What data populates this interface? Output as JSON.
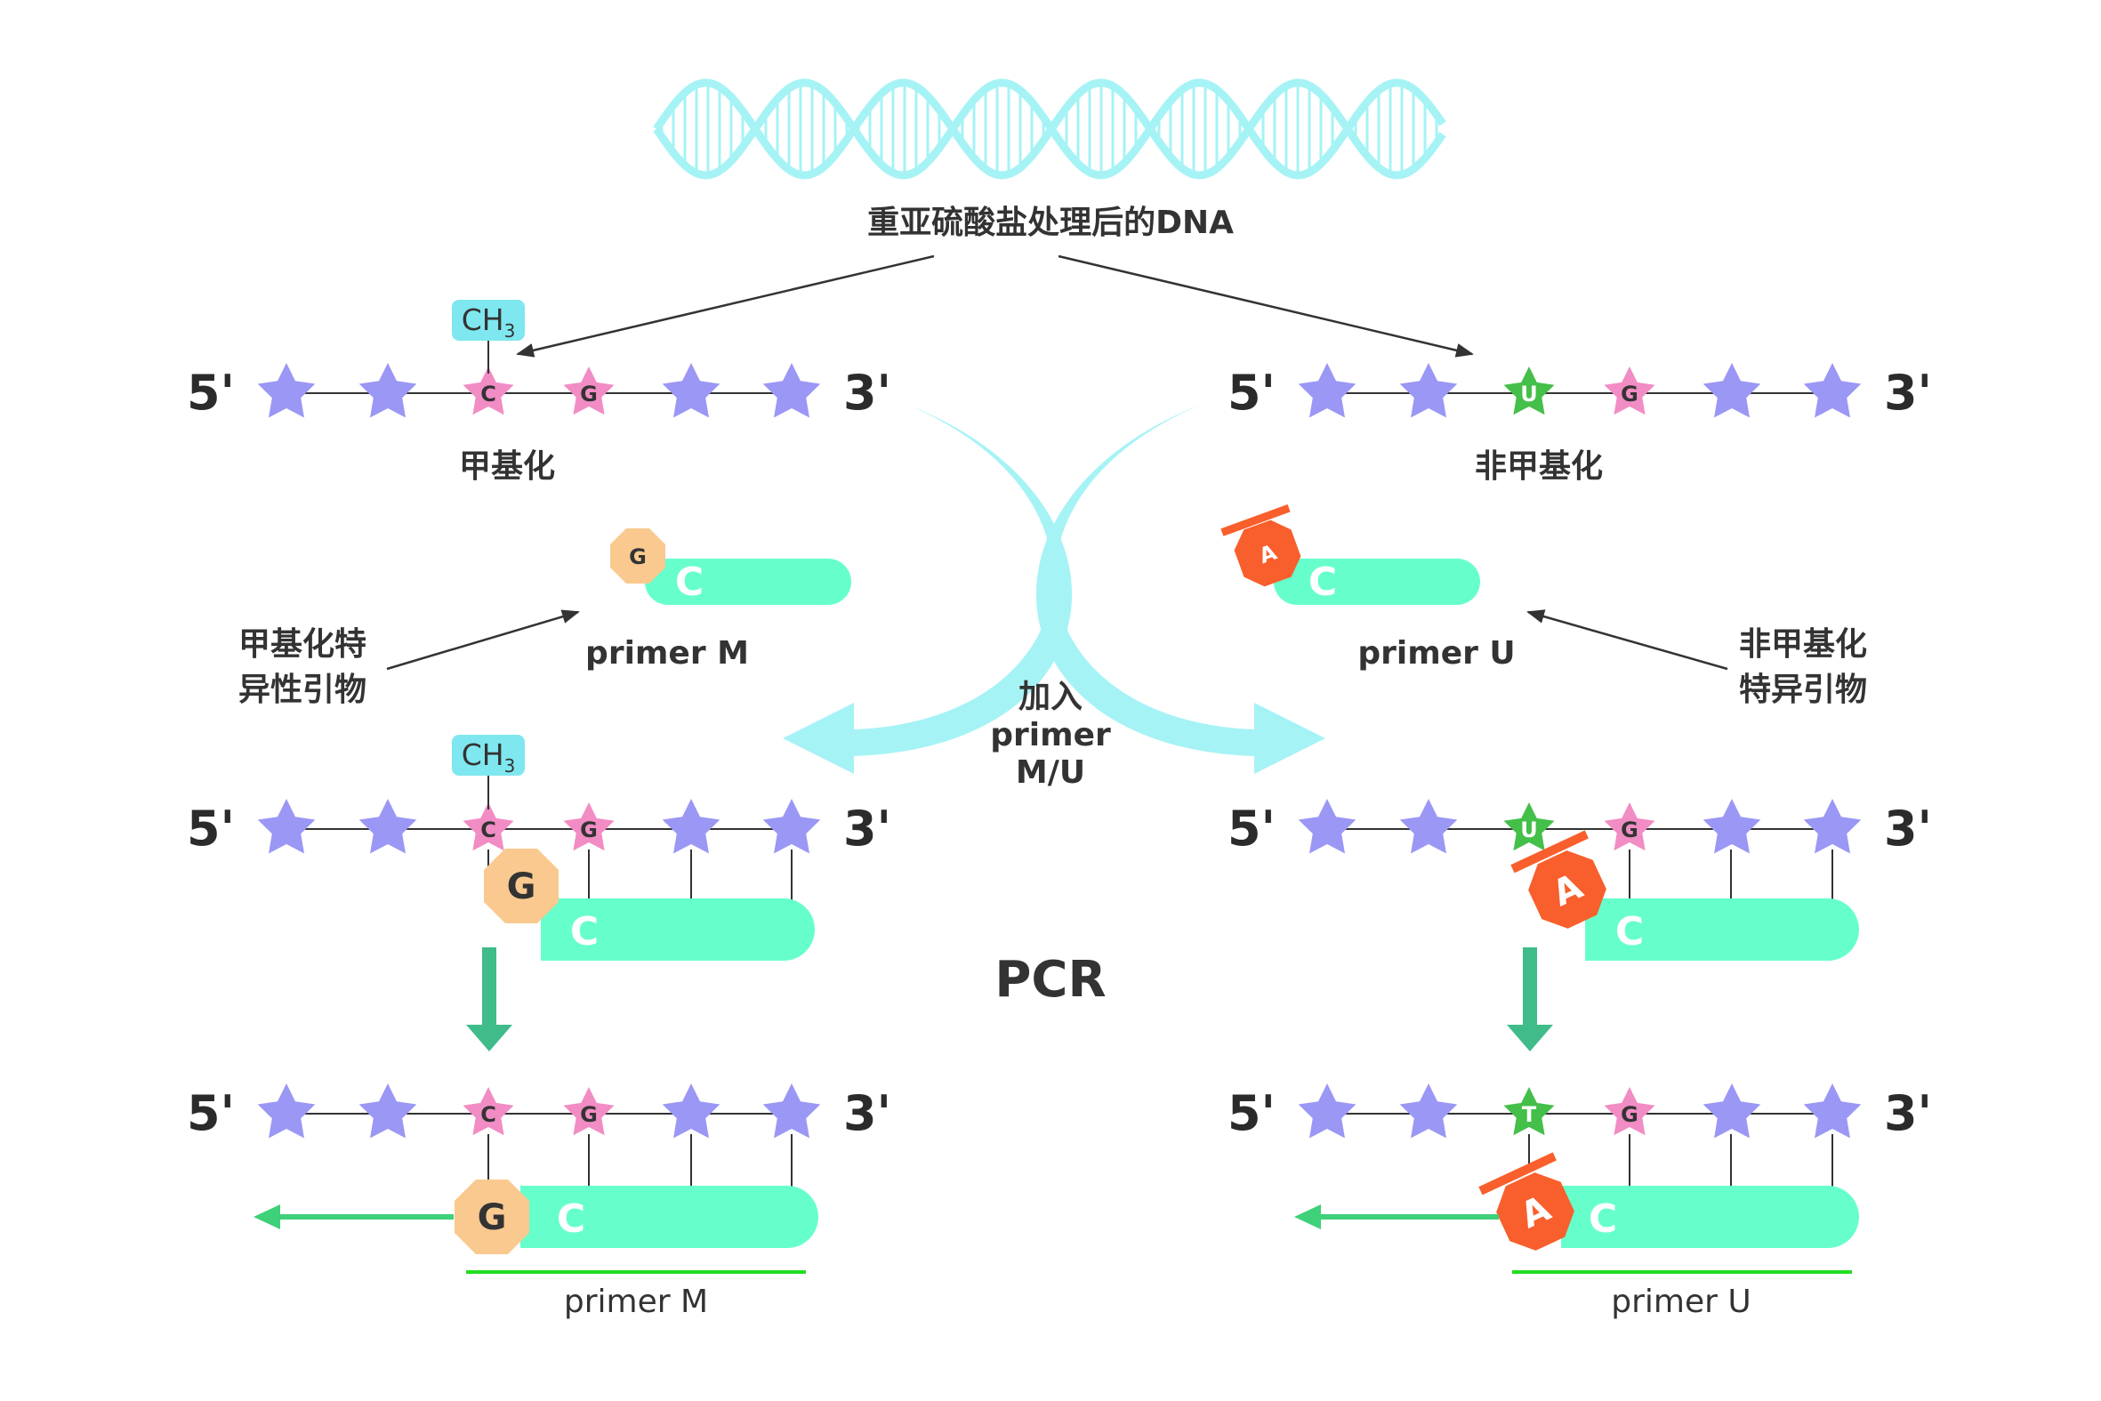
{
  "title": "重亚硫酸盐处理后的DNA",
  "ends": {
    "five": "5'",
    "three": "3'"
  },
  "methyl_group": {
    "text": "CH",
    "sub": "3"
  },
  "labels": {
    "methylated": "甲基化",
    "unmethylated": "非甲基化",
    "methyl_specific_primer_line1": "甲基化特",
    "methyl_specific_primer_line2": "异性引物",
    "unmethyl_specific_primer_line1": "非甲基化",
    "unmethyl_specific_primer_line2": "特异引物",
    "add_primer_line1": "加入",
    "add_primer_line2": "primer",
    "add_primer_line3": "M/U",
    "pcr": "PCR"
  },
  "primers": {
    "m": {
      "name": "primer M",
      "tip_base": "G",
      "body_base": "C"
    },
    "u": {
      "name": "primer U",
      "tip_base": "A",
      "body_base": "C"
    }
  },
  "strands": {
    "methylated": [
      "",
      "",
      "C",
      "G",
      "",
      ""
    ],
    "unmethylated": [
      "",
      "",
      "U",
      "G",
      "",
      ""
    ],
    "unmethylated_after_pcr": [
      "",
      "",
      "T",
      "G",
      "",
      ""
    ]
  },
  "colors": {
    "purple_star": "#9b97f5",
    "pink_star": "#f28cc4",
    "green_star": "#44bf49",
    "primer_body": "#66ffcc",
    "primer_g_tip": "#f9c98f",
    "primer_a_tip": "#f85f2c",
    "methyl_box": "#7fe7ef",
    "dna_helix": "#a6f3f6",
    "big_arrow": "#a6f3f6",
    "pcr_arrow": "#3fbc8a",
    "extension_arrow": "#3fd07a",
    "underline": "#22dd22"
  }
}
